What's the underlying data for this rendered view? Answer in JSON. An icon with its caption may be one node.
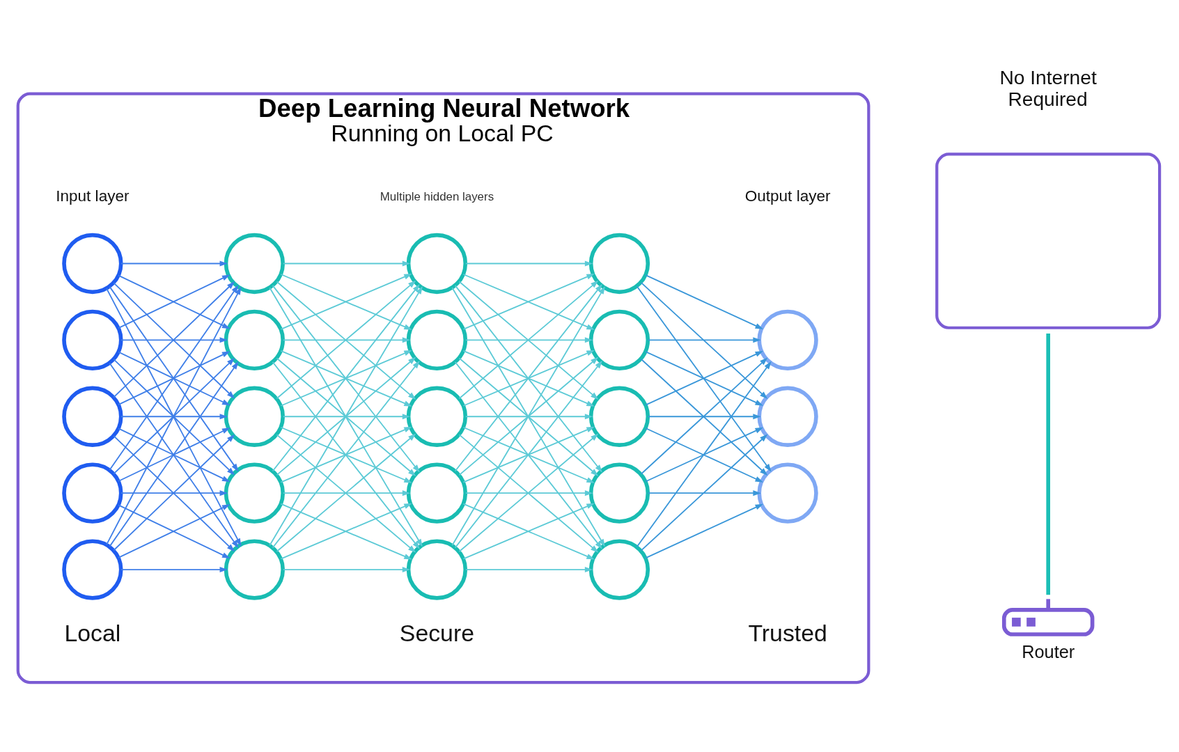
{
  "diagram": {
    "nodes": [
      {
        "text": [
          "Deep Learning Neural Network",
          "Running on Local PC"
        ]
      },
      {
        "text": [],
        "shape": "circle",
        "in": 0
      },
      {
        "text": [],
        "shape": "circle",
        "in": 0
      },
      {
        "text": [],
        "shape": "circle",
        "in": 0
      },
      {
        "text": [],
        "shape": "circle",
        "in": 0
      },
      {
        "text": [],
        "shape": "circle",
        "in": 0
      },
      {
        "text": [],
        "shape": "circle",
        "in": 0
      },
      {
        "text": [],
        "shape": "circle",
        "in": 0
      },
      {
        "text": [],
        "shape": "circle",
        "in": 0
      },
      {
        "text": [],
        "shape": "circle",
        "in": 0
      },
      {
        "text": [],
        "shape": "circle",
        "in": 0
      },
      {
        "text": [],
        "shape": "circle",
        "in": 0
      },
      {
        "text": [],
        "shape": "circle",
        "in": 0
      },
      {
        "text": [],
        "shape": "circle",
        "in": 0
      },
      {
        "text": [],
        "shape": "circle",
        "in": 0
      },
      {
        "text": [],
        "shape": "circle",
        "in": 0
      },
      {
        "text": [],
        "shape": "circle",
        "in": 0
      },
      {
        "text": [],
        "shape": "circle",
        "in": 0
      },
      {
        "text": [],
        "shape": "circle",
        "in": 0
      },
      {
        "text": [],
        "shape": "circle",
        "in": 0
      },
      {
        "text": [],
        "shape": "circle",
        "in": 0
      },
      {
        "text": [],
        "shape": "circle",
        "in": 0
      },
      {
        "text": [],
        "shape": "circle",
        "in": 0
      },
      {
        "text": [],
        "shape": "circle",
        "in": 0
      },
      {
        "text": [
          "No Internet Required"
        ]
      },
      {
        "text": [],
        "shape": "picture",
        "beside": [
          "Router"
        ]
      }
    ],
    "edges": [
      {
        "from": 1,
        "to": 6,
        "arrow": "to",
        "color": "#3f7fe8"
      },
      {
        "from": 1,
        "to": 7,
        "arrow": "to",
        "color": "#3f7fe8"
      },
      {
        "from": 1,
        "to": 8,
        "arrow": "to",
        "color": "#3f7fe8"
      },
      {
        "from": 1,
        "to": 9,
        "arrow": "to",
        "color": "#3f7fe8"
      },
      {
        "from": 1,
        "to": 10,
        "arrow": "to",
        "color": "#3f7fe8"
      },
      {
        "from": 2,
        "to": 6,
        "arrow": "to",
        "color": "#3f7fe8"
      },
      {
        "from": 2,
        "to": 7,
        "arrow": "to",
        "color": "#3f7fe8"
      },
      {
        "from": 2,
        "to": 8,
        "arrow": "to",
        "color": "#3f7fe8"
      },
      {
        "from": 2,
        "to": 9,
        "arrow": "to",
        "color": "#3f7fe8"
      },
      {
        "from": 2,
        "to": 10,
        "arrow": "to",
        "color": "#3f7fe8"
      },
      {
        "from": 3,
        "to": 6,
        "arrow": "to",
        "color": "#3f7fe8"
      },
      {
        "from": 3,
        "to": 7,
        "arrow": "to",
        "color": "#3f7fe8"
      },
      {
        "from": 3,
        "to": 8,
        "arrow": "to",
        "color": "#3f7fe8"
      },
      {
        "from": 3,
        "to": 9,
        "arrow": "to",
        "color": "#3f7fe8"
      },
      {
        "from": 3,
        "to": 10,
        "arrow": "to",
        "color": "#3f7fe8"
      },
      {
        "from": 4,
        "to": 6,
        "arrow": "to",
        "color": "#3f7fe8"
      },
      {
        "from": 4,
        "to": 7,
        "arrow": "to",
        "color": "#3f7fe8"
      },
      {
        "from": 4,
        "to": 8,
        "arrow": "to",
        "color": "#3f7fe8"
      },
      {
        "from": 4,
        "to": 9,
        "arrow": "to",
        "color": "#3f7fe8"
      },
      {
        "from": 4,
        "to": 10,
        "arrow": "to",
        "color": "#3f7fe8"
      },
      {
        "from": 5,
        "to": 6,
        "arrow": "to",
        "color": "#3f7fe8"
      },
      {
        "from": 5,
        "to": 7,
        "arrow": "to",
        "color": "#3f7fe8"
      },
      {
        "from": 5,
        "to": 8,
        "arrow": "to",
        "color": "#3f7fe8"
      },
      {
        "from": 5,
        "to": 9,
        "arrow": "to",
        "color": "#3f7fe8"
      },
      {
        "from": 5,
        "to": 10,
        "arrow": "to",
        "color": "#3f7fe8"
      },
      {
        "from": 6,
        "to": 11,
        "arrow": "to"
      },
      {
        "from": 6,
        "to": 12,
        "arrow": "to"
      },
      {
        "from": 6,
        "to": 13,
        "arrow": "to"
      },
      {
        "from": 6,
        "to": 14,
        "arrow": "to"
      },
      {
        "from": 6,
        "to": 15,
        "arrow": "to"
      },
      {
        "from": 7,
        "to": 11,
        "arrow": "to"
      },
      {
        "from": 7,
        "to": 12,
        "arrow": "to"
      },
      {
        "from": 7,
        "to": 13,
        "arrow": "to"
      },
      {
        "from": 7,
        "to": 14,
        "arrow": "to"
      },
      {
        "from": 7,
        "to": 15,
        "arrow": "to"
      },
      {
        "from": 8,
        "to": 11,
        "arrow": "to"
      },
      {
        "from": 8,
        "to": 12,
        "arrow": "to"
      },
      {
        "from": 8,
        "to": 13,
        "arrow": "to"
      },
      {
        "from": 8,
        "to": 14,
        "arrow": "to"
      },
      {
        "from": 8,
        "to": 15,
        "arrow": "to"
      },
      {
        "from": 9,
        "to": 11,
        "arrow": "to"
      },
      {
        "from": 9,
        "to": 12,
        "arrow": "to"
      },
      {
        "from": 9,
        "to": 13,
        "arrow": "to"
      },
      {
        "from": 9,
        "to": 14,
        "arrow": "to"
      },
      {
        "from": 9,
        "to": 15,
        "arrow": "to"
      },
      {
        "from": 10,
        "to": 11,
        "arrow": "to"
      },
      {
        "from": 10,
        "to": 12,
        "arrow": "to"
      },
      {
        "from": 10,
        "to": 13,
        "arrow": "to"
      },
      {
        "from": 10,
        "to": 14,
        "arrow": "to"
      },
      {
        "from": 10,
        "to": 15,
        "arrow": "to"
      },
      {
        "from": 11,
        "to": 16,
        "arrow": "to"
      },
      {
        "from": 11,
        "to": 17,
        "arrow": "to"
      },
      {
        "from": 11,
        "to": 18,
        "arrow": "to"
      },
      {
        "from": 11,
        "to": 19,
        "arrow": "to"
      },
      {
        "from": 11,
        "to": 20,
        "arrow": "to"
      },
      {
        "from": 12,
        "to": 16,
        "arrow": "to"
      },
      {
        "from": 12,
        "to": 17,
        "arrow": "to"
      },
      {
        "from": 12,
        "to": 18,
        "arrow": "to"
      },
      {
        "from": 12,
        "to": 19,
        "arrow": "to"
      },
      {
        "from": 12,
        "to": 20,
        "arrow": "to"
      },
      {
        "from": 13,
        "to": 16,
        "arrow": "to"
      },
      {
        "from": 13,
        "to": 17,
        "arrow": "to"
      },
      {
        "from": 13,
        "to": 18,
        "arrow": "to"
      },
      {
        "from": 13,
        "to": 19,
        "arrow": "to"
      },
      {
        "from": 13,
        "to": 20,
        "arrow": "to"
      },
      {
        "from": 14,
        "to": 16,
        "arrow": "to"
      },
      {
        "from": 14,
        "to": 17,
        "arrow": "to"
      },
      {
        "from": 14,
        "to": 18,
        "arrow": "to"
      },
      {
        "from": 14,
        "to": 19,
        "arrow": "to"
      },
      {
        "from": 14,
        "to": 20,
        "arrow": "to"
      },
      {
        "from": 15,
        "to": 16,
        "arrow": "to"
      },
      {
        "from": 15,
        "to": 17,
        "arrow": "to"
      },
      {
        "from": 15,
        "to": 18,
        "arrow": "to"
      },
      {
        "from": 15,
        "to": 19,
        "arrow": "to"
      },
      {
        "from": 15,
        "to": 20,
        "arrow": "to"
      },
      {
        "from": 16,
        "to": 21,
        "arrow": "to",
        "color": "#3a97d9"
      },
      {
        "from": 16,
        "to": 22,
        "arrow": "to",
        "color": "#3a97d9"
      },
      {
        "from": 16,
        "to": 23,
        "arrow": "to",
        "color": "#3a97d9"
      },
      {
        "from": 17,
        "to": 21,
        "arrow": "to",
        "color": "#3a97d9"
      },
      {
        "from": 17,
        "to": 22,
        "arrow": "to",
        "color": "#3a97d9"
      },
      {
        "from": 17,
        "to": 23,
        "arrow": "to",
        "color": "#3a97d9"
      },
      {
        "from": 18,
        "to": 21,
        "arrow": "to",
        "color": "#3a97d9"
      },
      {
        "from": 18,
        "to": 22,
        "arrow": "to",
        "color": "#3a97d9"
      },
      {
        "from": 18,
        "to": 23,
        "arrow": "to",
        "color": "#3a97d9"
      },
      {
        "from": 19,
        "to": 21,
        "arrow": "to",
        "color": "#3a97d9"
      },
      {
        "from": 19,
        "to": 22,
        "arrow": "to",
        "color": "#3a97d9"
      },
      {
        "from": 19,
        "to": 23,
        "arrow": "to",
        "color": "#3a97d9"
      },
      {
        "from": 20,
        "to": 21,
        "arrow": "to",
        "color": "#3a97d9"
      },
      {
        "from": 20,
        "to": 22,
        "arrow": "to",
        "color": "#3a97d9"
      },
      {
        "from": 20,
        "to": 23,
        "arrow": "to",
        "color": "#3a97d9"
      },
      {
        "from": 24,
        "to": 25,
        "arrow": "none",
        "style": "thick",
        "color": "#1cbfb6"
      }
    ],
    "labels": [
      "Input layer",
      "Multiple hidden layers",
      "Output layer",
      "Local",
      "Secure",
      "Trusted"
    ]
  }
}
